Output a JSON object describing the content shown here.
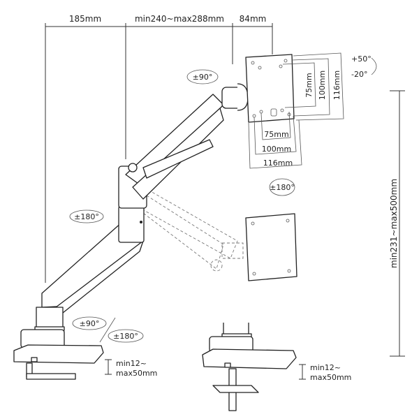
{
  "dimensions": {
    "top": [
      "185mm",
      "min240~max288mm",
      "84mm"
    ],
    "height_range": "min231~max500mm",
    "vesa_vertical": [
      "75mm",
      "100mm",
      "116mm"
    ],
    "vesa_horizontal": [
      "75mm",
      "100mm",
      "116mm"
    ],
    "desk_thickness_left": [
      "min12~",
      "max50mm"
    ],
    "desk_thickness_right": [
      "min12~",
      "max50mm"
    ]
  },
  "rotations": {
    "head_swivel": "±90°",
    "tilt_up": "+50°",
    "tilt_down": "-20°",
    "screen_rotation": "±180°",
    "elbow": "±180°",
    "base_swivel_a": "±90°",
    "base_swivel_b": "±180°"
  },
  "colors": {
    "line": "#222222",
    "background": "#ffffff"
  }
}
